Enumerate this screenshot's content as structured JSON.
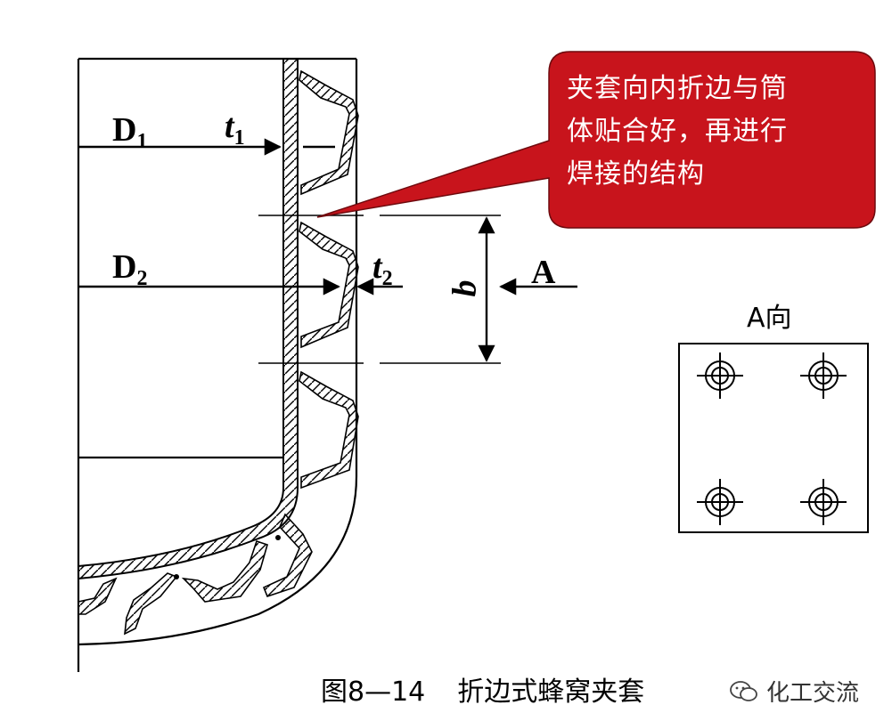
{
  "callout": {
    "lines": [
      "夹套向内折边与筒",
      "体贴合好，再进行",
      "焊接的结构"
    ],
    "fill_color": "#c8141c"
  },
  "labels": {
    "D1": {
      "main": "D",
      "sub": "1"
    },
    "t1": {
      "main": "t",
      "sub": "1"
    },
    "D2": {
      "main": "D",
      "sub": "2"
    },
    "t2": {
      "main": "t",
      "sub": "2"
    },
    "b": "b",
    "A": "A"
  },
  "a_view": {
    "title": "A向",
    "symbol_count": 4,
    "symbol_icon": "weld-spot-icon"
  },
  "caption": {
    "number": "图8—14",
    "title": "折边式蜂窝夹套"
  },
  "watermark": {
    "text": "化工交流",
    "icon": "wechat-icon"
  }
}
